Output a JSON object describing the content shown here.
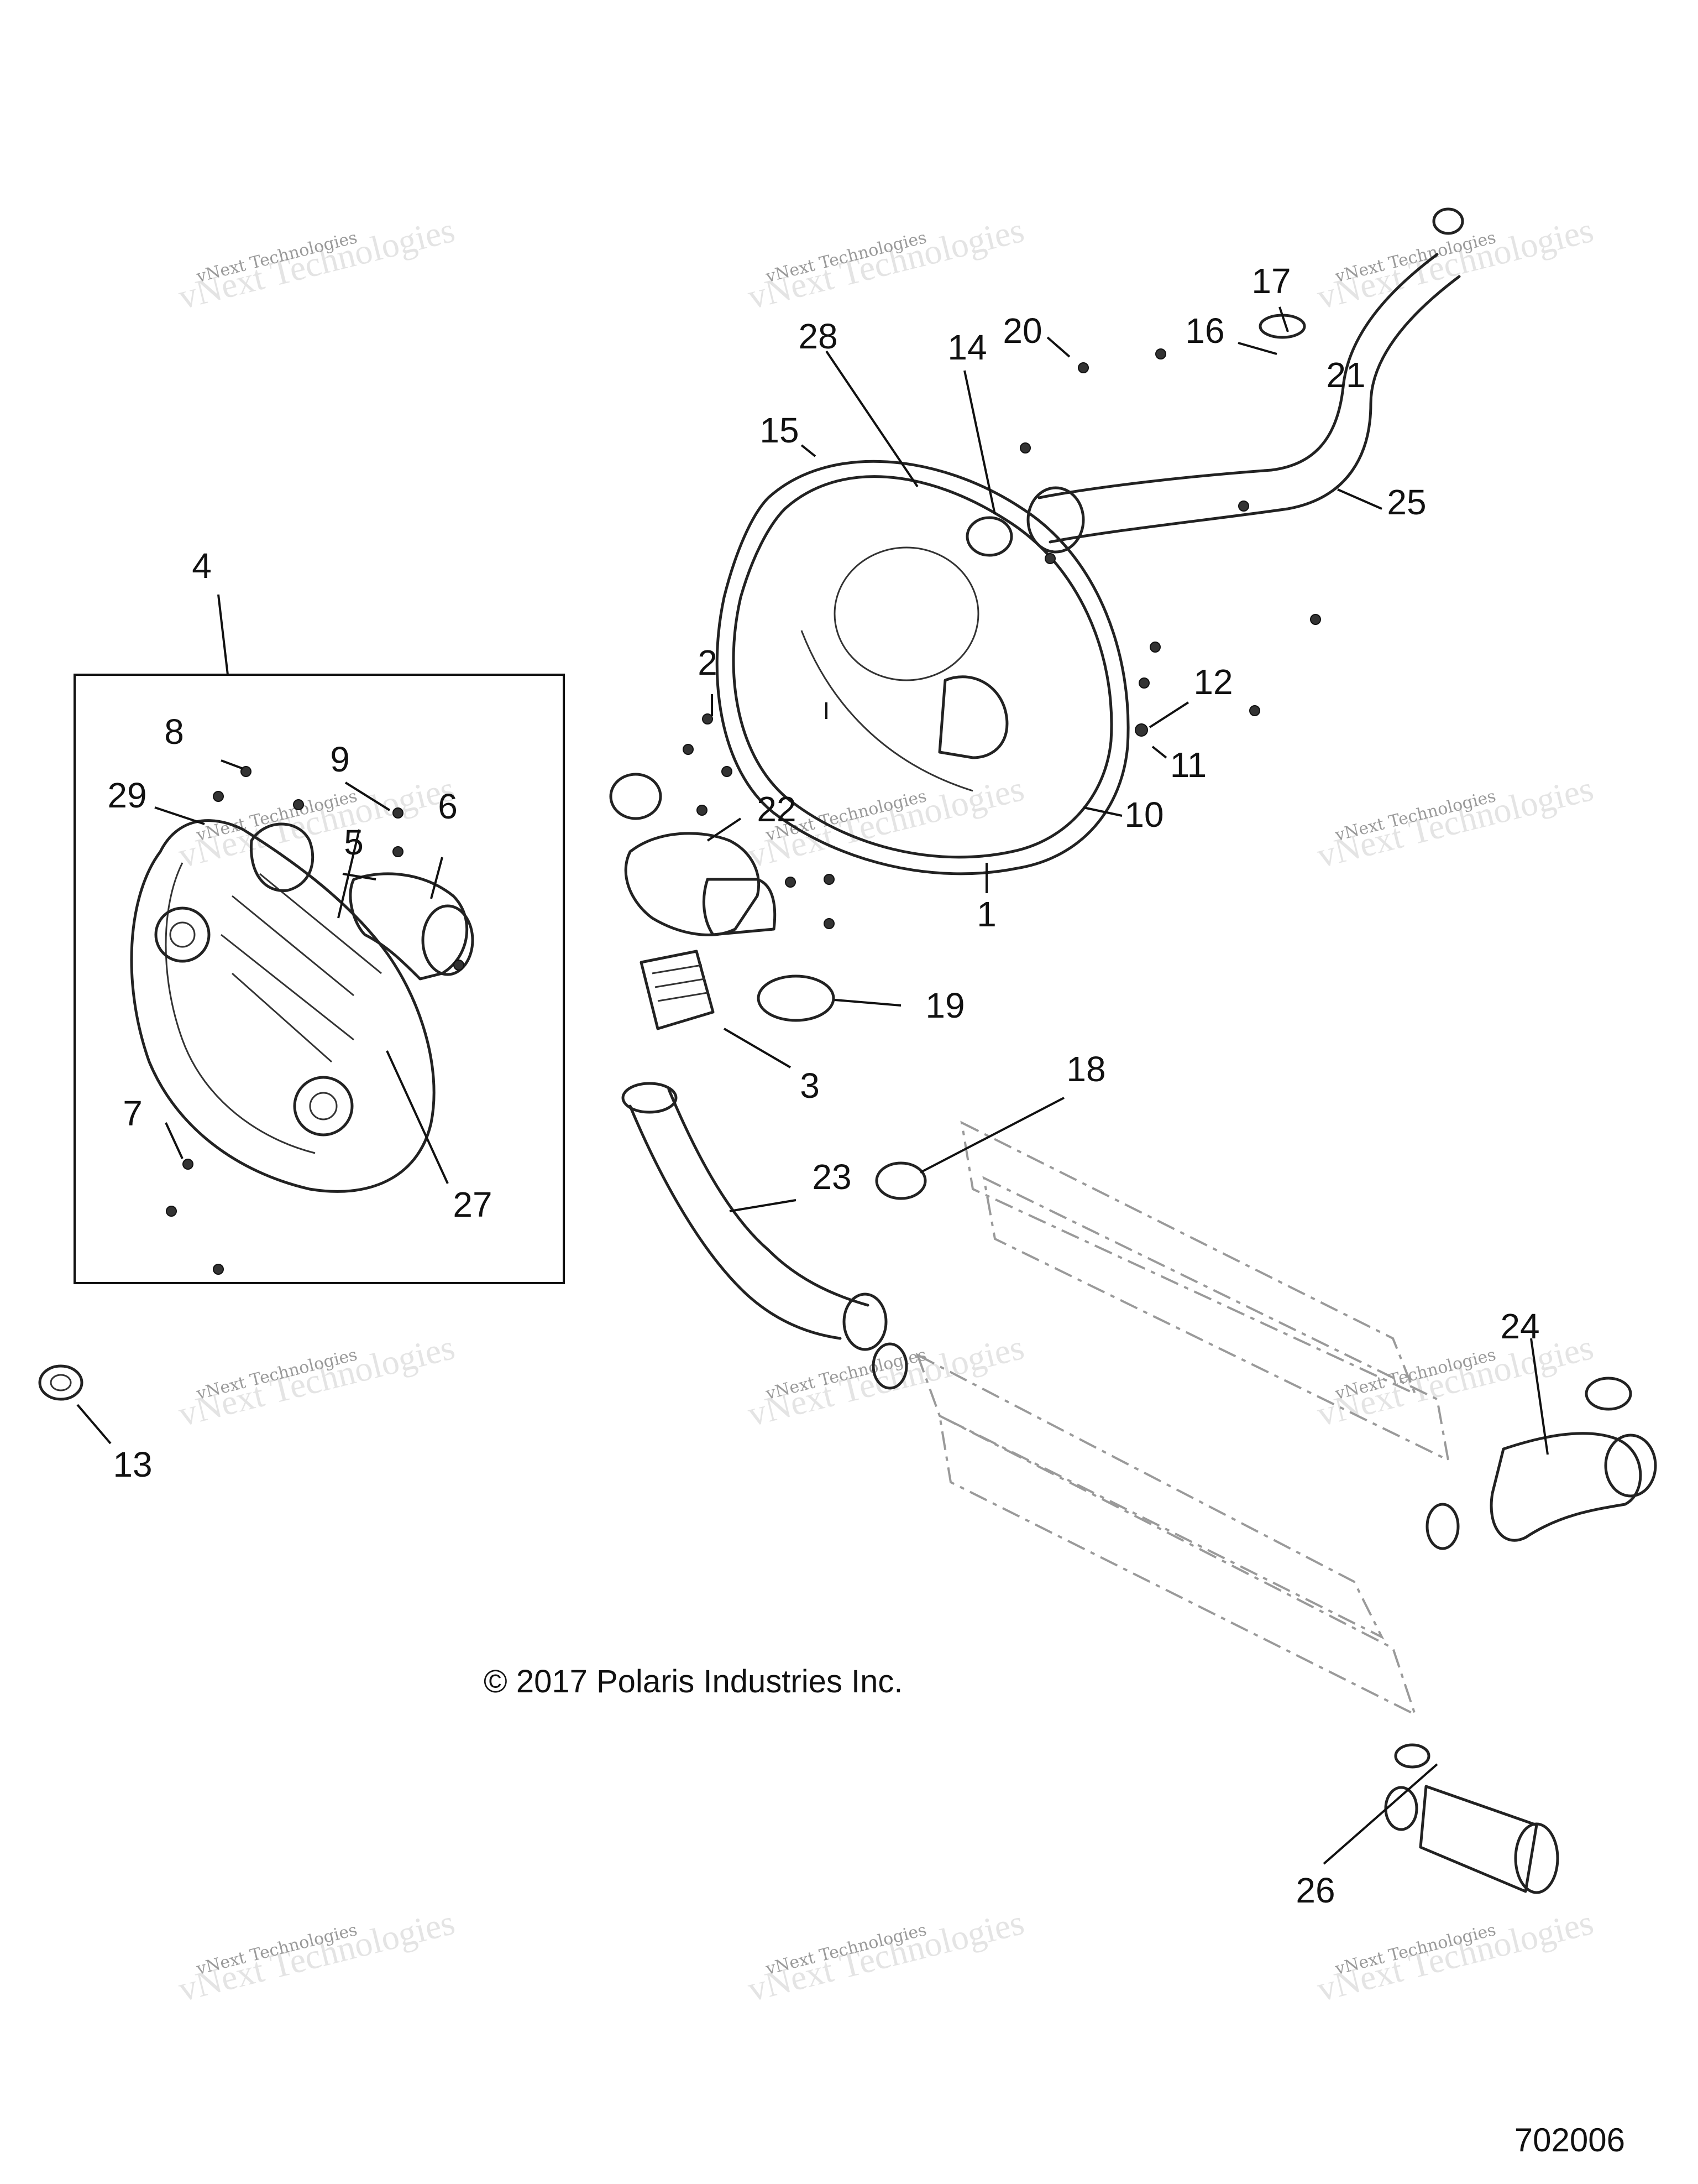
{
  "diagram": {
    "callouts": [
      {
        "id": "1",
        "label": "1"
      },
      {
        "id": "2",
        "label": "2"
      },
      {
        "id": "3",
        "label": "3"
      },
      {
        "id": "4",
        "label": "4"
      },
      {
        "id": "5",
        "label": "5"
      },
      {
        "id": "6",
        "label": "6"
      },
      {
        "id": "7",
        "label": "7"
      },
      {
        "id": "8",
        "label": "8"
      },
      {
        "id": "9",
        "label": "9"
      },
      {
        "id": "10",
        "label": "10"
      },
      {
        "id": "11",
        "label": "11"
      },
      {
        "id": "12",
        "label": "12"
      },
      {
        "id": "13",
        "label": "13"
      },
      {
        "id": "14",
        "label": "14"
      },
      {
        "id": "15",
        "label": "15"
      },
      {
        "id": "16",
        "label": "16"
      },
      {
        "id": "17",
        "label": "17"
      },
      {
        "id": "18",
        "label": "18"
      },
      {
        "id": "19",
        "label": "19"
      },
      {
        "id": "20",
        "label": "20"
      },
      {
        "id": "21",
        "label": "21"
      },
      {
        "id": "22",
        "label": "22"
      },
      {
        "id": "23",
        "label": "23"
      },
      {
        "id": "24",
        "label": "24"
      },
      {
        "id": "25",
        "label": "25"
      },
      {
        "id": "26",
        "label": "26"
      },
      {
        "id": "27",
        "label": "27"
      },
      {
        "id": "28",
        "label": "28"
      },
      {
        "id": "29",
        "label": "29"
      }
    ],
    "copyright": "© 2017 Polaris Industries Inc.",
    "diagram_id": "702006",
    "watermark": {
      "line1": "vNext Technologies",
      "line2": "vNext Technologies"
    }
  }
}
